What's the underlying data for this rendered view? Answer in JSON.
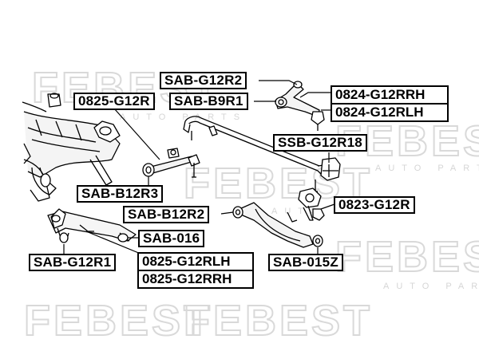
{
  "watermark": {
    "brand": "FEBEST",
    "tagline": "AUTO PARTS"
  },
  "labels": {
    "sab_g12r2": "SAB-G12R2",
    "p0825_g12r": "0825-G12R",
    "sab_b9r1": "SAB-B9R1",
    "p0824_g12rrh": "0824-G12RRH",
    "p0824_g12rlh": "0824-G12RLH",
    "ssb_g12r18": "SSB-G12R18",
    "sab_b12r3": "SAB-B12R3",
    "p0823_g12r": "0823-G12R",
    "sab_b12r2": "SAB-B12R2",
    "sab_016": "SAB-016",
    "sab_015z": "SAB-015Z",
    "sab_g12r1": "SAB-G12R1",
    "p0825_g12rlh": "0825-G12RLH",
    "p0825_g12rrh": "0825-G12RRH"
  },
  "colors": {
    "line": "#000000",
    "watermark": "#d9d9d9"
  }
}
